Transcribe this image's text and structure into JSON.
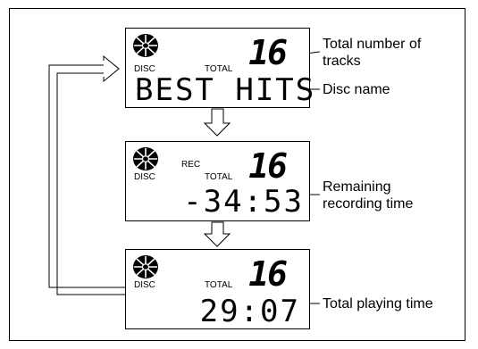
{
  "lcd1": {
    "disc": "DISC",
    "total": "TOTAL",
    "tracks": "16",
    "text": "BEST HITS"
  },
  "lcd2": {
    "disc": "DISC",
    "rec": "REC",
    "total": "TOTAL",
    "tracks": "16",
    "text": "-34:53"
  },
  "lcd3": {
    "disc": "DISC",
    "total": "TOTAL",
    "tracks": "16",
    "text": "29:07"
  },
  "labels": {
    "total_tracks_line1": "Total number of",
    "total_tracks_line2": "tracks",
    "disc_name": "Disc name",
    "remaining_line1": "Remaining",
    "remaining_line2": "recording time",
    "total_playing": "Total playing time"
  }
}
